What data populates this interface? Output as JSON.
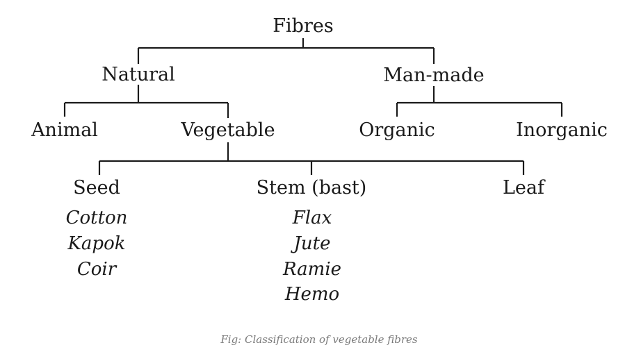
{
  "tree": {
    "root": "Fibres",
    "natural": "Natural",
    "man_made": "Man-made",
    "animal": "Animal",
    "vegetable": "Vegetable",
    "organic": "Organic",
    "inorganic": "Inorganic",
    "seed": "Seed",
    "stem": "Stem (bast)",
    "leaf": "Leaf",
    "seed_examples": [
      "Cotton",
      "Kapok",
      "Coir"
    ],
    "stem_examples": [
      "Flax",
      "Jute",
      "Ramie",
      "Hemo"
    ]
  },
  "caption": "Fig: Classification of vegetable fibres"
}
